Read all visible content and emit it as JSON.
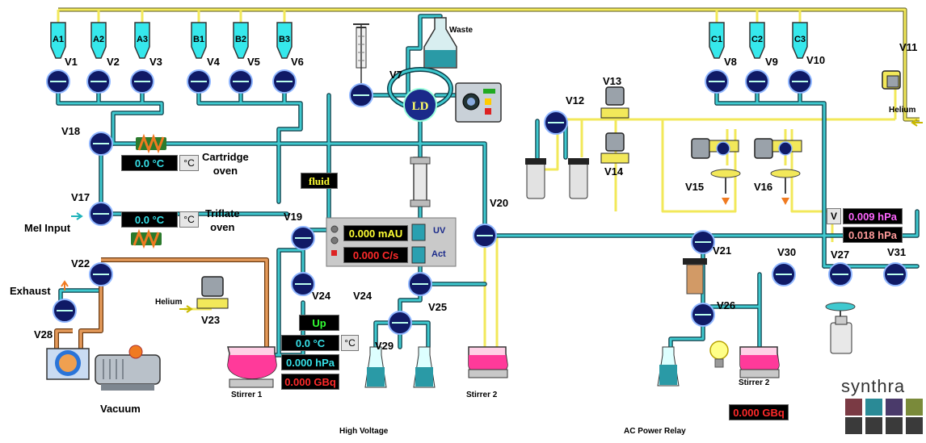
{
  "colors": {
    "cyan_line": "#3fc9cf",
    "yellow_line": "#f2e85a",
    "orange_line": "#e59a5a",
    "valve_fill": "#101a66",
    "display_bg": "#000000",
    "display_cyan": "#36e0e8",
    "display_yellow": "#ffff33",
    "display_red": "#ff2a2a",
    "display_green": "#33ff33",
    "display_magenta": "#ff66ff",
    "display_salmon": "#ff9a9a",
    "reactor_fill": "#ff3a9a"
  },
  "reagents": [
    "A1",
    "A2",
    "A3",
    "B1",
    "B2",
    "B3",
    "C1",
    "C2",
    "C3"
  ],
  "valves": {
    "v1": "V1",
    "v2": "V2",
    "v3": "V3",
    "v4": "V4",
    "v5": "V5",
    "v6": "V6",
    "v7": "V7",
    "v8": "V8",
    "v9": "V9",
    "v10": "V10",
    "v11": "V11",
    "v12": "V12",
    "v13": "V13",
    "v14": "V14",
    "v15": "V15",
    "v16": "V16",
    "v17": "V17",
    "v18": "V18",
    "v19": "V19",
    "v20": "V20",
    "v21": "V21",
    "v22": "V22",
    "v23": "V23",
    "v24a": "V24",
    "v24b": "V24",
    "v25": "V25",
    "v26": "V26",
    "v27": "V27",
    "v28": "V28",
    "v29": "V29",
    "v30": "V30",
    "v31": "V31"
  },
  "labels": {
    "waste": "Waste",
    "helium_right": "Helium",
    "helium_left": "Helium",
    "cartridge_oven": "Cartridge\noven",
    "triflate_oven": "Triflate\noven",
    "mei_input": "MeI Input",
    "exhaust": "Exhaust",
    "vacuum": "Vacuum",
    "stirrer1": "Stirrer 1",
    "stirrer2_mid": "Stirrer 2",
    "stirrer2_right": "Stirrer 2",
    "high_voltage": "High Voltage",
    "ac_power_relay": "AC Power Relay",
    "fluid": "fluid",
    "ld": "LD",
    "uv": "UV",
    "act": "Act",
    "v_button": "V",
    "brand": "synthra"
  },
  "displays": {
    "cartridge_temp": "0.0 °C",
    "cartridge_unit": "°C",
    "triflate_temp": "0.0 °C",
    "triflate_unit": "°C",
    "uv_mau": "0.000 mAU",
    "act_cps": "0.000 C/s",
    "r1_status": "Up",
    "r1_temp": "0.0 °C",
    "r1_unit": "°C",
    "r1_pressure": "0.000 hPa",
    "r1_activity": "0.000 GBq",
    "p1": "0.009 hPa",
    "p2": "0.018 hPa",
    "r3_activity": "0.000 GBq"
  }
}
